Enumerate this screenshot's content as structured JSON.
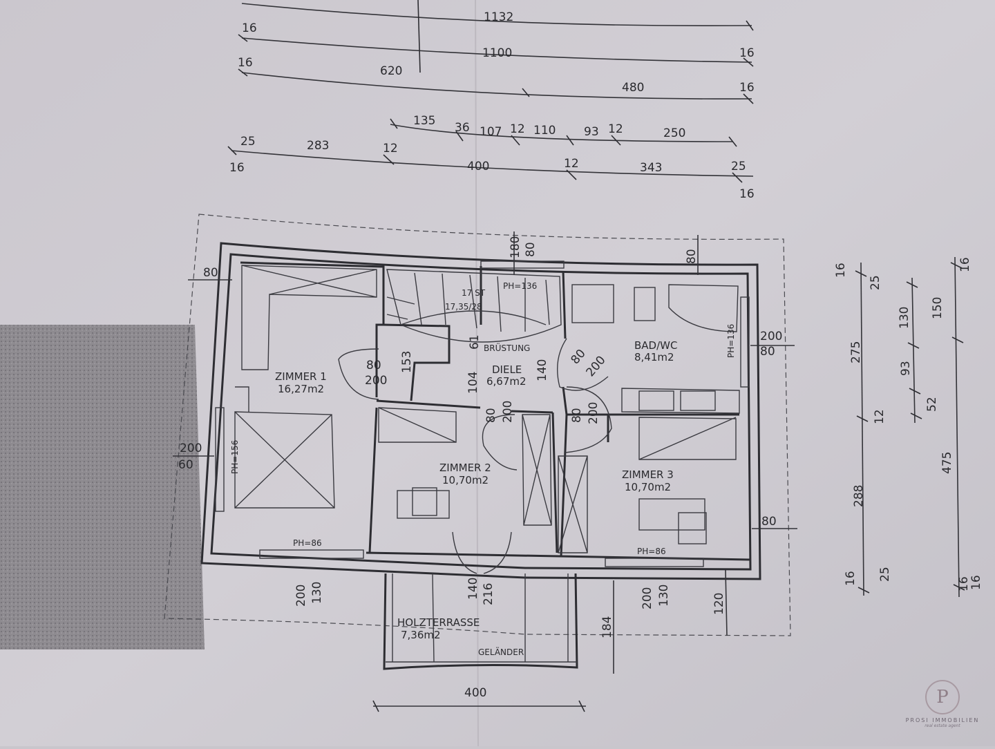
{
  "rooms": {
    "zimmer1": {
      "name": "ZIMMER 1",
      "area": "16,27m2"
    },
    "zimmer2": {
      "name": "ZIMMER 2",
      "area": "10,70m2"
    },
    "zimmer3": {
      "name": "ZIMMER 3",
      "area": "10,70m2"
    },
    "diele": {
      "name": "DIELE",
      "area": "6,67m2"
    },
    "bad": {
      "name": "BAD/WC",
      "area": "8,41m2"
    },
    "terrasse": {
      "name": "HOLZTERRASSE",
      "area": "7,36m2"
    }
  },
  "notes": {
    "stairs": "17 ST",
    "stair_ratio": "17,35/28",
    "stair_ph": "PH=136",
    "bruestung": "BRÜSTUNG",
    "bad_ph": "PH=136",
    "zimmer1_ph_side": "PH=156",
    "zimmer1_ph_bottom": "PH=86",
    "zimmer3_ph_bottom": "PH=86",
    "gelaender": "GELÄNDER"
  },
  "dims_top": {
    "row1": [
      "1132"
    ],
    "row2": [
      "16",
      "1100",
      "16"
    ],
    "row3": [
      "16",
      "620",
      "480",
      "16"
    ],
    "row4": [
      "135",
      "36",
      "107",
      "12",
      "110",
      "93",
      "12",
      "250"
    ],
    "row5": [
      "25",
      "283",
      "12"
    ],
    "row5_left": "16",
    "row6": [
      "400",
      "12",
      "343",
      "25"
    ],
    "row6_right": "16"
  },
  "dims_inner": {
    "wall_top_180": "180",
    "wall_top_80": "80",
    "right_top_80": "80",
    "left_80": "80",
    "z1_door_80": "80",
    "z1_door_200": "200",
    "d153": "153",
    "d61": "61",
    "d104": "104",
    "d140": "140",
    "bad_door_80": "80",
    "bad_door_200": "200",
    "z2_door_80": "80",
    "z2_door_200": "200",
    "z3_door_80": "80",
    "z3_door_200": "200",
    "bad_win_200": "200",
    "bad_win_80": "80",
    "z1_win_200": "200",
    "z1_win_60": "60",
    "right_80": "80",
    "bottom_200_a": "200",
    "bottom_130_a": "130",
    "ter_140": "140",
    "ter_216": "216",
    "bottom_184": "184",
    "bottom_200_b": "200",
    "bottom_130_b": "130",
    "bottom_120": "120",
    "bottom_400": "400"
  },
  "dims_right": {
    "col1": [
      "16",
      "25",
      "275",
      "12",
      "288",
      "16",
      "25"
    ],
    "col2": [
      "130",
      "93",
      "52"
    ],
    "col3": [
      "150",
      "475",
      "16",
      "16"
    ],
    "col3_top": "16"
  },
  "logo": {
    "letter": "P",
    "name": "PROSI IMMOBILIEN",
    "tagline": "real estate agent"
  }
}
